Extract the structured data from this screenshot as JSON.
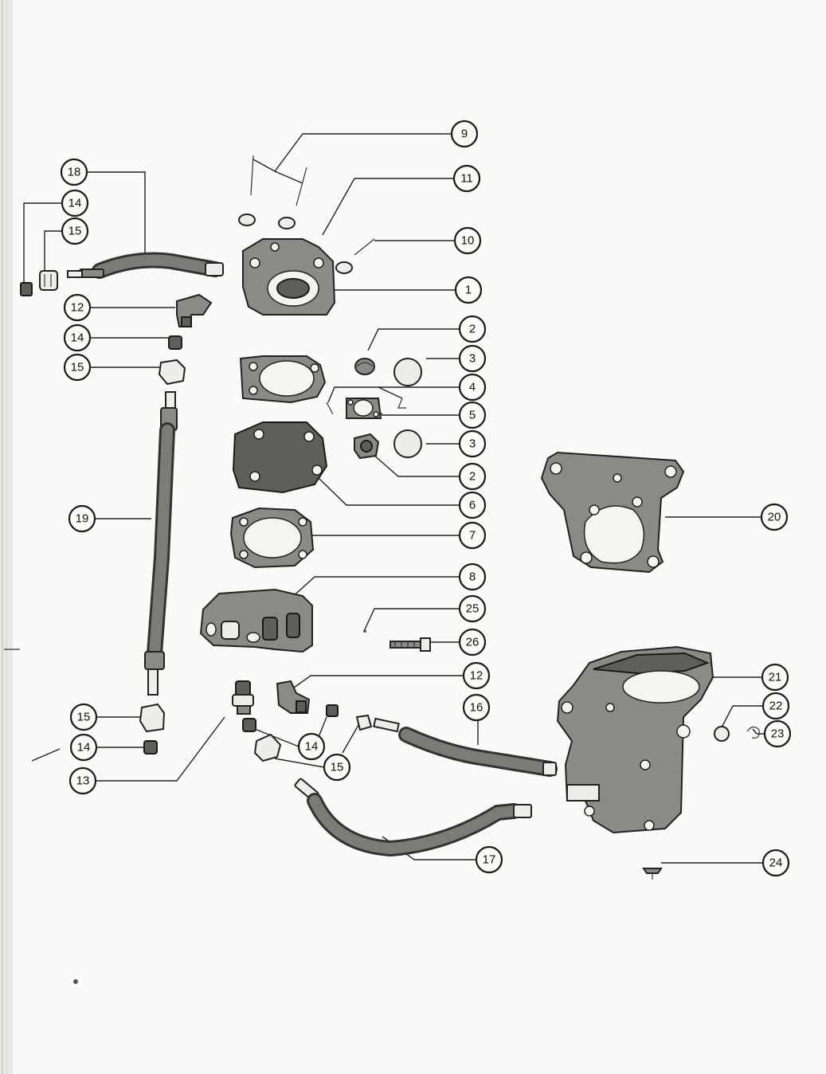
{
  "callouts": [
    {
      "label": "9"
    },
    {
      "label": "11"
    },
    {
      "label": "10"
    },
    {
      "label": "1"
    },
    {
      "label": "2"
    },
    {
      "label": "3"
    },
    {
      "label": "4"
    },
    {
      "label": "5"
    },
    {
      "label": "3"
    },
    {
      "label": "2"
    },
    {
      "label": "6"
    },
    {
      "label": "7"
    },
    {
      "label": "20"
    },
    {
      "label": "8"
    },
    {
      "label": "25"
    },
    {
      "label": "26"
    },
    {
      "label": "12"
    },
    {
      "label": "21"
    },
    {
      "label": "16"
    },
    {
      "label": "22"
    },
    {
      "label": "23"
    },
    {
      "label": "14"
    },
    {
      "label": "15"
    },
    {
      "label": "17"
    },
    {
      "label": "24"
    },
    {
      "label": "18"
    },
    {
      "label": "14"
    },
    {
      "label": "15"
    },
    {
      "label": "12"
    },
    {
      "label": "14"
    },
    {
      "label": "15"
    },
    {
      "label": "19"
    },
    {
      "label": "15"
    },
    {
      "label": "14"
    },
    {
      "label": "13"
    }
  ],
  "colors": {
    "paper": "#fafaf8",
    "ink": "#1a1a1a",
    "part_fill": "#8a8a86",
    "part_dark": "#5e5e5a"
  }
}
